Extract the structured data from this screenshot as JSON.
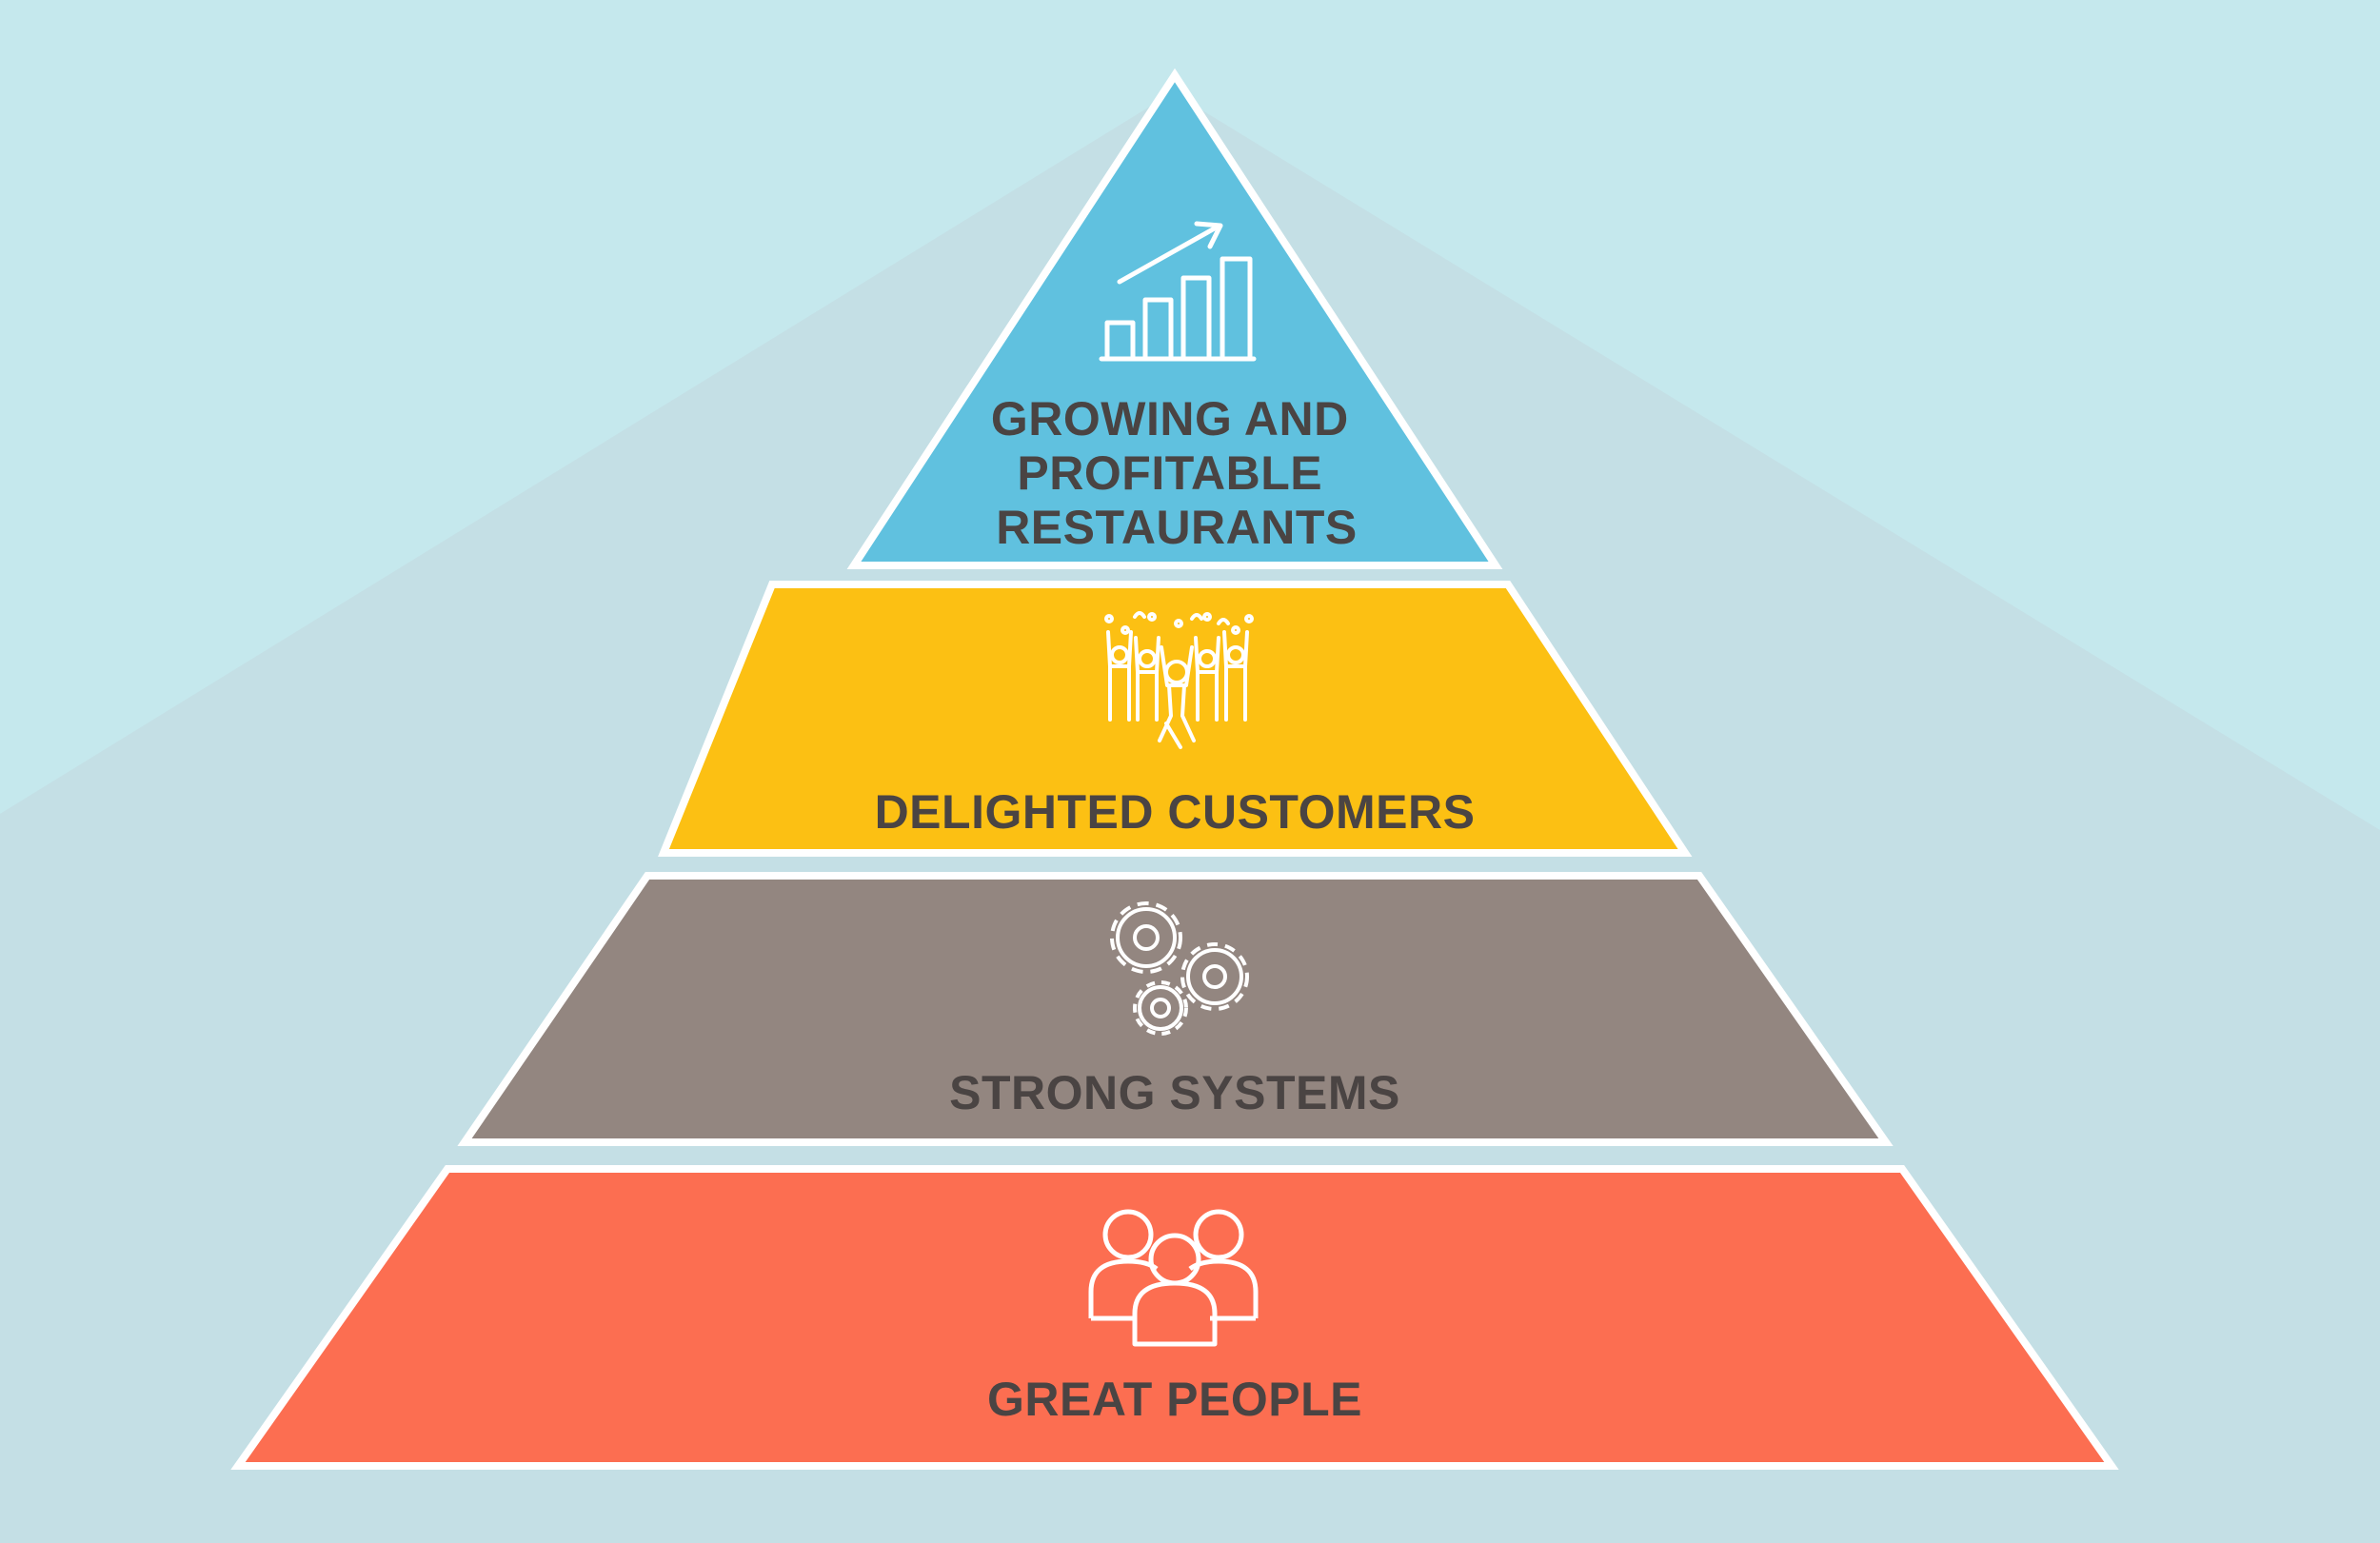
{
  "colors": {
    "background_light": "#c5e8ed",
    "background_shadow": "#c4e0e6",
    "outline": "#ffffff",
    "text": "#4a4443"
  },
  "tiers": [
    {
      "id": "top",
      "label_lines": [
        "GROWING AND",
        "PROFITABLE",
        "RESTAURANTS"
      ],
      "icon": "growth-chart-icon",
      "color": "#60c1df"
    },
    {
      "id": "second",
      "label_lines": [
        "DELIGHTED CUSTOMERS"
      ],
      "icon": "cheering-crowd-icon",
      "color": "#fcc013"
    },
    {
      "id": "third",
      "label_lines": [
        "STRONG SYSTEMS"
      ],
      "icon": "gears-icon",
      "color": "#938680"
    },
    {
      "id": "base",
      "label_lines": [
        "GREAT PEOPLE"
      ],
      "icon": "people-group-icon",
      "color": "#fc6e51"
    }
  ]
}
